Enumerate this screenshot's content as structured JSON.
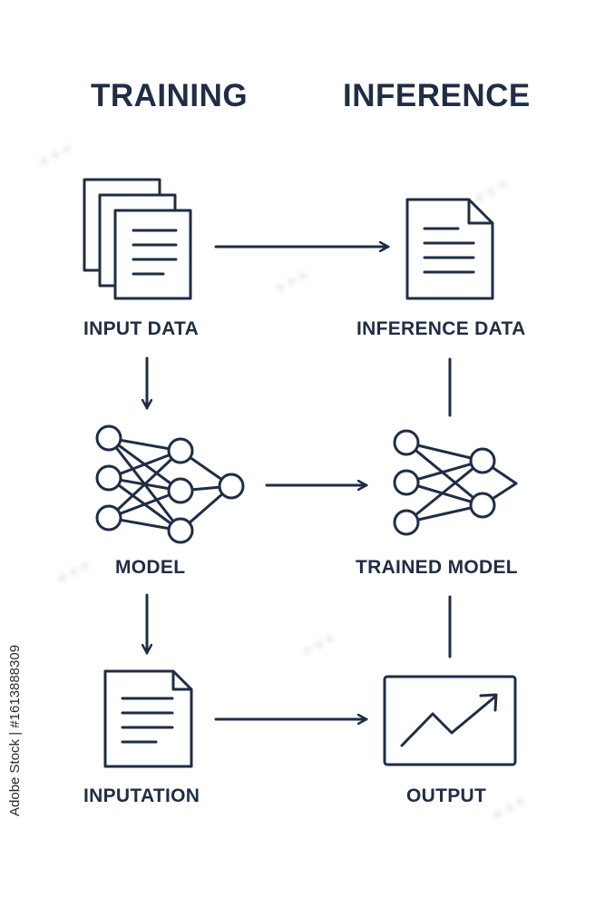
{
  "headings": {
    "training": "TRAINING",
    "inference": "INFERENCE"
  },
  "nodes": {
    "input_data": "INPUT DATA",
    "inference_data": "INFERENCE DATA",
    "model": "MODEL",
    "trained_model": "TRAINED MODEL",
    "inputation": "INPUTATION",
    "output": "OUTPUT"
  },
  "watermark": {
    "stock_id": "Adobe Stock | #1613888309"
  },
  "icons": {
    "input_data": "document-stack-icon",
    "inference_data": "document-icon",
    "model": "neural-network-icon",
    "trained_model": "neural-network-icon",
    "inputation": "document-icon",
    "output": "line-chart-icon"
  },
  "colors": {
    "ink": "#1f2d45",
    "background": "#ffffff"
  }
}
